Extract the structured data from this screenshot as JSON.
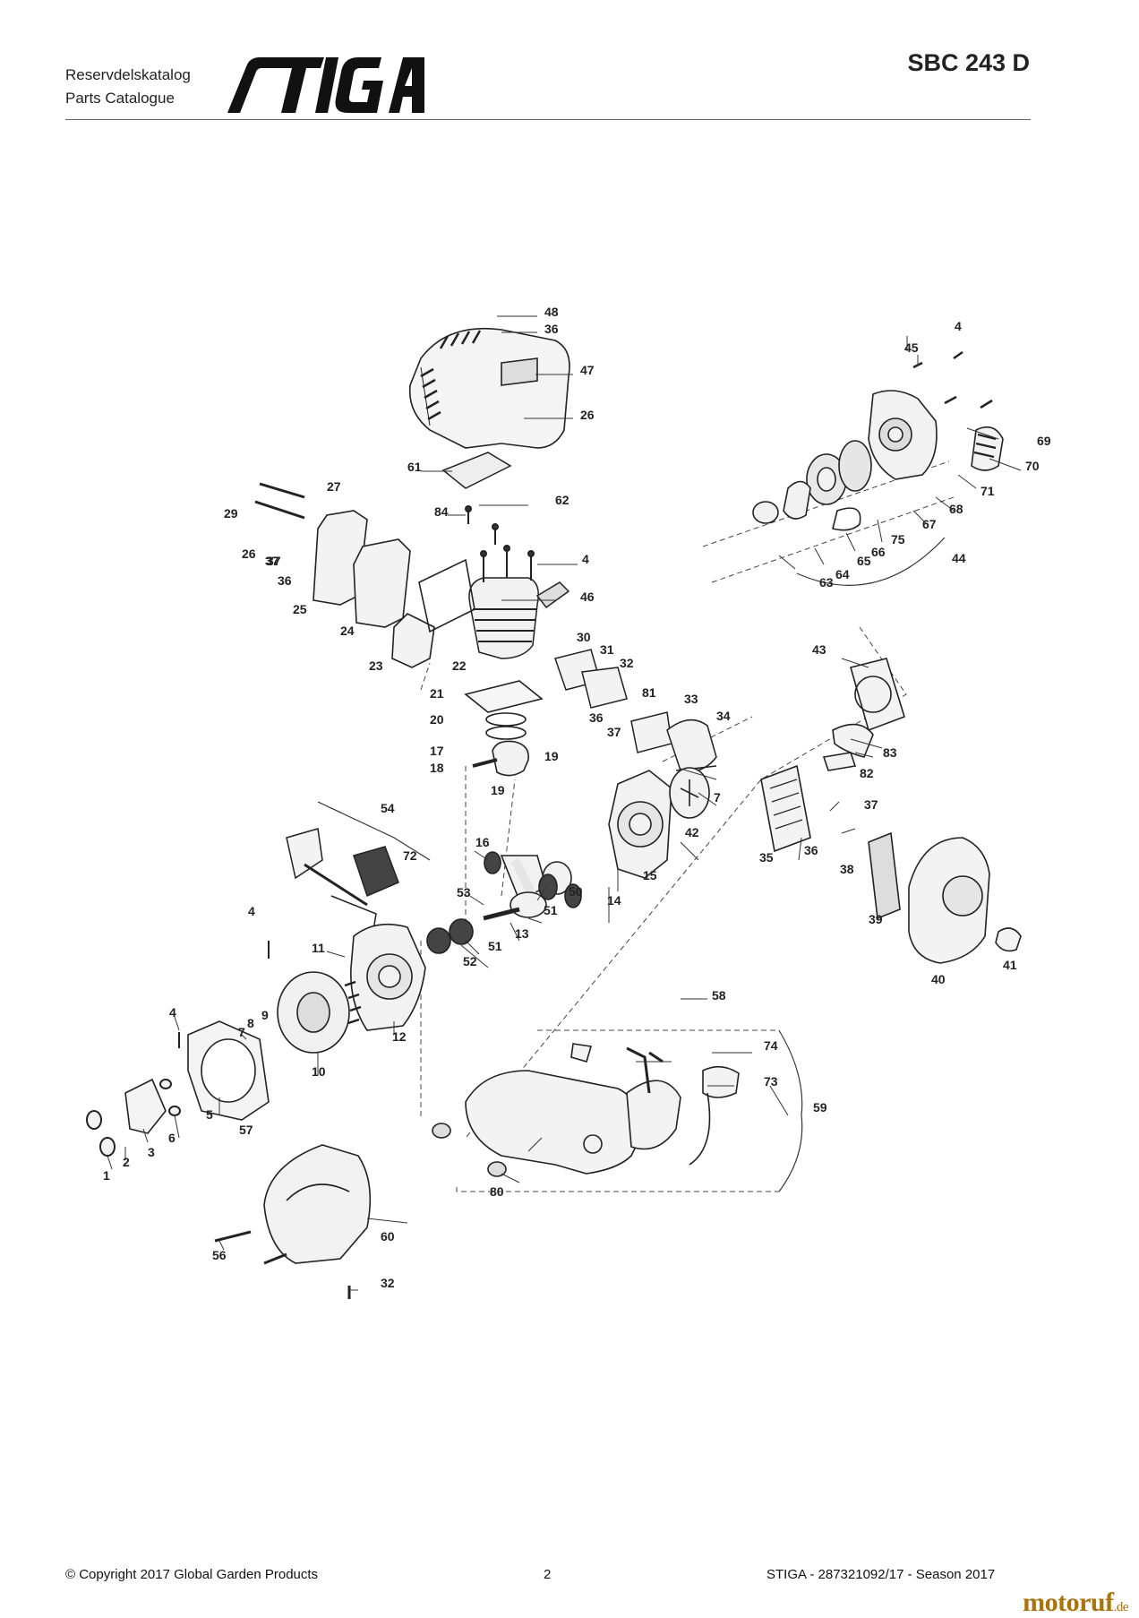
{
  "header": {
    "catalog_se": "Reservdelskatalog",
    "catalog_en": "Parts Catalogue",
    "brand": "STIGA",
    "model": "SBC 243 D"
  },
  "diagram": {
    "part_numbers": [
      "1",
      "2",
      "3",
      "4",
      "5",
      "6",
      "7",
      "8",
      "9",
      "10",
      "11",
      "12",
      "13",
      "14",
      "15",
      "16",
      "17",
      "18",
      "19",
      "20",
      "21",
      "22",
      "23",
      "24",
      "25",
      "26",
      "27",
      "29",
      "30",
      "31",
      "32",
      "33",
      "34",
      "35",
      "36",
      "37",
      "38",
      "39",
      "40",
      "41",
      "42",
      "43",
      "44",
      "45",
      "46",
      "47",
      "48",
      "50",
      "51",
      "52",
      "53",
      "54",
      "56",
      "57",
      "58",
      "59",
      "60",
      "61",
      "62",
      "63",
      "64",
      "65",
      "66",
      "67",
      "68",
      "69",
      "70",
      "71",
      "72",
      "73",
      "74",
      "75",
      "80",
      "81",
      "82",
      "83",
      "84"
    ]
  },
  "footer": {
    "copyright": "© Copyright 2017 Global Garden Products",
    "page": "2",
    "doc": "STIGA - 287321092/17 - Season 2017"
  },
  "watermark": {
    "name": "motoruf",
    "tld": ".de"
  },
  "colors": {
    "text": "#222222",
    "rule": "#666666",
    "line": "#333333",
    "watermark": "#a8740c"
  }
}
